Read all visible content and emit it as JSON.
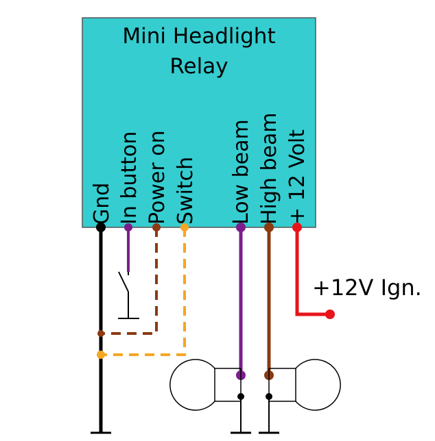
{
  "relay": {
    "title_line1": "Mini Headlight",
    "title_line2": "Relay",
    "color": "#35cdd0",
    "pins": [
      {
        "label": "Gnd",
        "color": "#000000"
      },
      {
        "label": "In button",
        "color": "#7b1e8c"
      },
      {
        "label": "Power on",
        "color": "#8b3a12"
      },
      {
        "label": "Switch",
        "color": "#f5a623"
      },
      {
        "label": "Low beam",
        "color": "#7b1e8c"
      },
      {
        "label": "High beam",
        "color": "#8b3a12"
      },
      {
        "label": "+ 12 Volt",
        "color": "#e8141a"
      }
    ]
  },
  "supply_label": "+12V Ign.",
  "wire_colors": {
    "ground": "#000000",
    "in_button": "#7b1e8c",
    "power_on": "#8b3a12",
    "switch": "#f5a623",
    "low_beam": "#7b1e8c",
    "high_beam": "#8b3a12",
    "supply": "#e8141a"
  },
  "icons": [
    "push-button-switch-icon",
    "headlight-bulb-icon",
    "ground-symbol-icon"
  ]
}
